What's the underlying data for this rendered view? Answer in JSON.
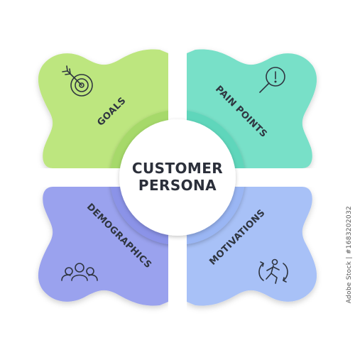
{
  "title": {
    "line1": "CUSTOMER",
    "line2": "PERSONA"
  },
  "quadrants": [
    {
      "label": "GOALS",
      "icon": "target-icon",
      "color": "#bde67f"
    },
    {
      "label": "PAIN POINTS",
      "icon": "magnifier-exclamation-icon",
      "color": "#78e0c8"
    },
    {
      "label": "DEMOGRAPHICS",
      "icon": "people-group-icon",
      "color": "#9aa2ee"
    },
    {
      "label": "MOTIVATIONS",
      "icon": "running-person-cycle-icon",
      "color": "#a8c1f7"
    }
  ],
  "watermark": "Adobe Stock | #1683202032",
  "colors": {
    "center_ring_goals": "#a6d96a",
    "center_ring_pain": "#5fd6bb",
    "center_ring_demo": "#8b93e8",
    "center_ring_motiv": "#9ab6f4",
    "separator": "#ffffff"
  }
}
